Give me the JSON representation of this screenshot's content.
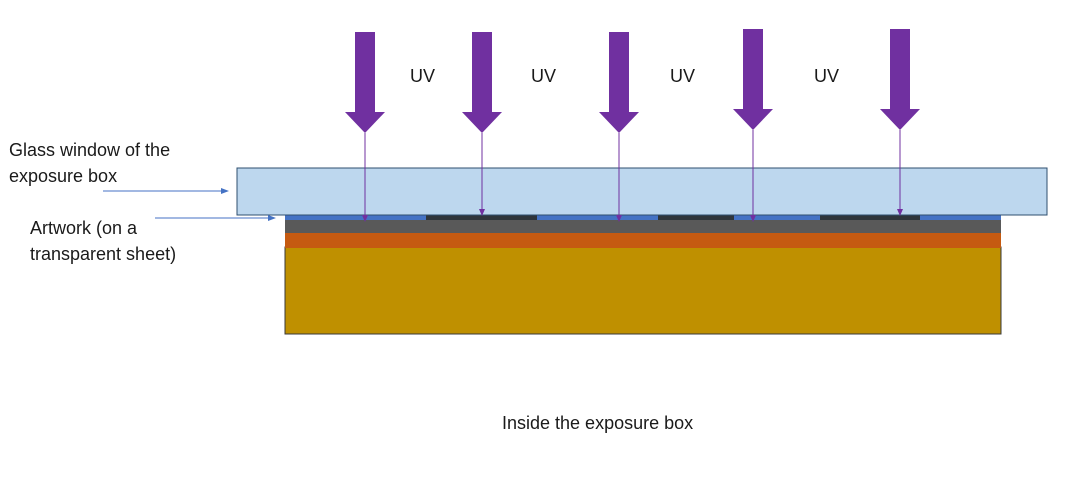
{
  "labels": {
    "glass_line1": "Glass window of the",
    "glass_line2": "exposure box",
    "artwork_line1": "Artwork (on a",
    "artwork_line2": "transparent sheet)",
    "caption": "Inside the exposure box"
  },
  "uv_labels": [
    "UV",
    "UV",
    "UV",
    "UV"
  ],
  "colors": {
    "glass": "#bdd7ee",
    "glass_border": "#2f4f6f",
    "arrow": "#7030a0",
    "artwork_blue": "#4472c4",
    "artwork_dark": "#2f353b",
    "resist_gray": "#595959",
    "copper": "#c55a11",
    "substrate": "#bf9000",
    "pointer": "#4472c4"
  }
}
